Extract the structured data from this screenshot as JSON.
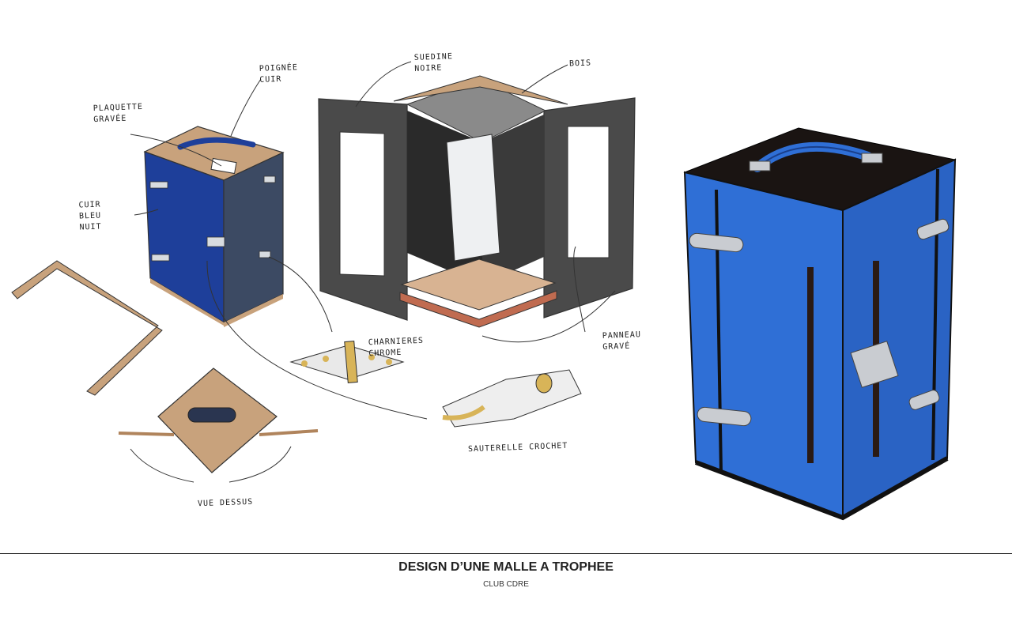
{
  "annotations": {
    "poignee": "Poignée\ncuir",
    "plaquette": "Plaquette\ngravée",
    "cuir": "Cuir\nbleu\nnuit",
    "suedine": "Suedine\nnoire",
    "bois": "Bois",
    "charnieres": "Charnieres\nchrome",
    "panneau": "Panneau\ngravé",
    "sauterelle": "Sauterelle crochet",
    "vue": "Vue dessus"
  },
  "caption": {
    "title": "DESIGN D’UNE MALLE A TROPHEE",
    "subtitle": "CLUB CDRE"
  },
  "colors": {
    "leather_blue": "#2f6fd6",
    "sketch_blue": "#1e3f9a",
    "wood": "#c8a27c",
    "black_lacquer": "#1a1412",
    "chrome": "#c9ccd1"
  }
}
